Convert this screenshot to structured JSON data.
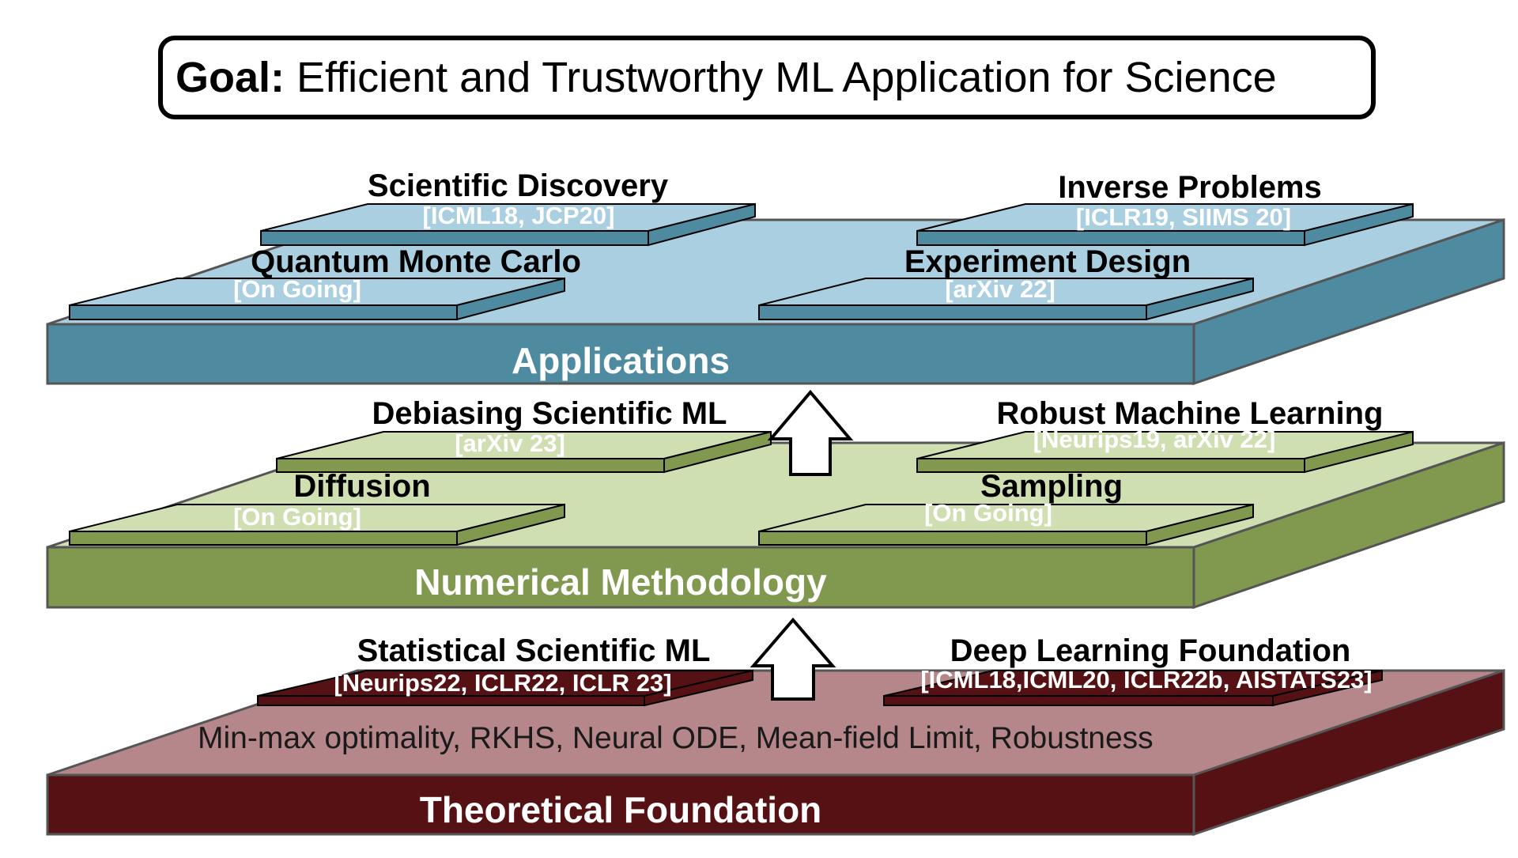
{
  "goal": {
    "prefix": "Goal:",
    "text": " Efficient and Trustworthy ML Application for Science"
  },
  "layers": {
    "applications": {
      "title": "Applications",
      "colors": {
        "top": "#a9cfe0",
        "front": "#4e8aa0",
        "side": "#4e8aa0"
      },
      "tiles": [
        {
          "label": "Scientific Discovery",
          "cite": "[ICML18, JCP20]"
        },
        {
          "label": "Inverse Problems",
          "cite": "[ICLR19, SIIMS 20]"
        },
        {
          "label": "Quantum Monte Carlo",
          "cite": "[On Going]"
        },
        {
          "label": "Experiment Design",
          "cite": "[arXiv 22]"
        }
      ]
    },
    "numerical": {
      "title": "Numerical Methodology",
      "colors": {
        "top": "#cfdfb2",
        "front": "#81984f",
        "side": "#81984f"
      },
      "tiles": [
        {
          "label": "Debiasing Scientific ML",
          "cite": "[arXiv 23]"
        },
        {
          "label": "Robust Machine Learning",
          "cite": "[Neurips19, arXiv 22]"
        },
        {
          "label": "Diffusion",
          "cite": "[On Going]"
        },
        {
          "label": "Sampling",
          "cite": "[On Going]"
        }
      ]
    },
    "theoretical": {
      "title": "Theoretical Foundation",
      "description": "Min-max optimality, RKHS, Neural ODE, Mean-field Limit, Robustness",
      "colors": {
        "top": "#b5868a",
        "front": "#561115",
        "side": "#561115"
      },
      "tiles": [
        {
          "label": "Statistical Scientific ML",
          "cite": "[Neurips22, ICLR22, ICLR 23]"
        },
        {
          "label": "Deep Learning Foundation",
          "cite": "[ICML18,ICML20, ICLR22b, AISTATS23]"
        }
      ]
    }
  },
  "arrows": [
    "up-arrow-theory-to-methods",
    "up-arrow-methods-to-applications"
  ]
}
